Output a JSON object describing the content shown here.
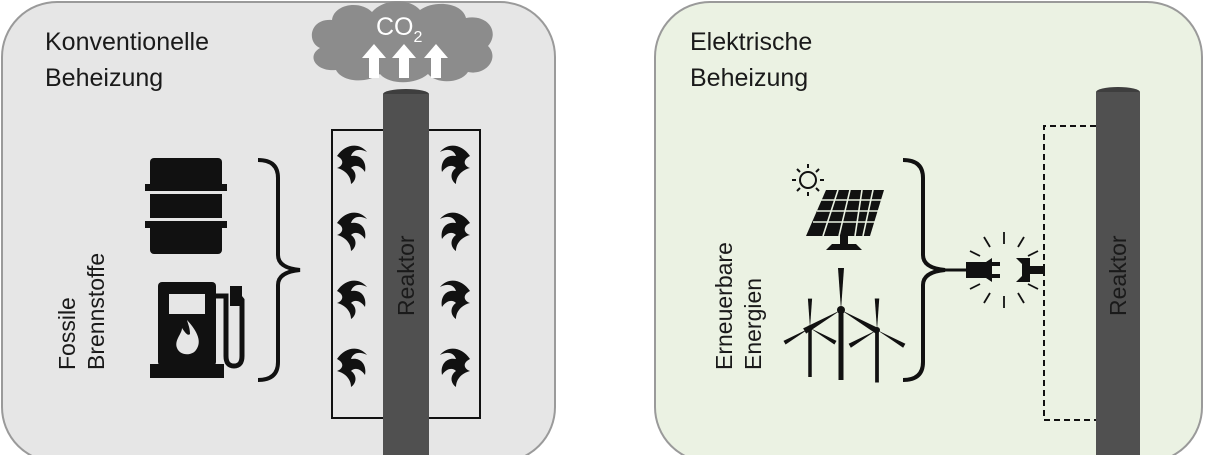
{
  "left_panel": {
    "title_line1": "Konventionelle",
    "title_line2": "Beheizung",
    "co2_base": "CO",
    "co2_sub": "2",
    "fuel_line1": "Fossile",
    "fuel_line2": "Brennstoffe",
    "reactor_label": "Reaktor",
    "background": "#e6e6e6"
  },
  "right_panel": {
    "title_line1": "Elektrische",
    "title_line2": "Beheizung",
    "energy_line1": "Erneuerbare",
    "energy_line2": "Energien",
    "reactor_label": "Reaktor",
    "background": "#ebf2e3"
  },
  "icons": {
    "left": [
      "cloud-icon",
      "arrow-up-icon",
      "oil-barrel-icon",
      "fuel-pump-icon",
      "flame-icon"
    ],
    "right": [
      "sun-icon",
      "solar-panel-icon",
      "wind-turbine-icon",
      "plug-icon",
      "socket-icon"
    ]
  },
  "colors": {
    "reactor": "#505050",
    "cloud": "#8c8c8c",
    "dark": "#111111"
  }
}
